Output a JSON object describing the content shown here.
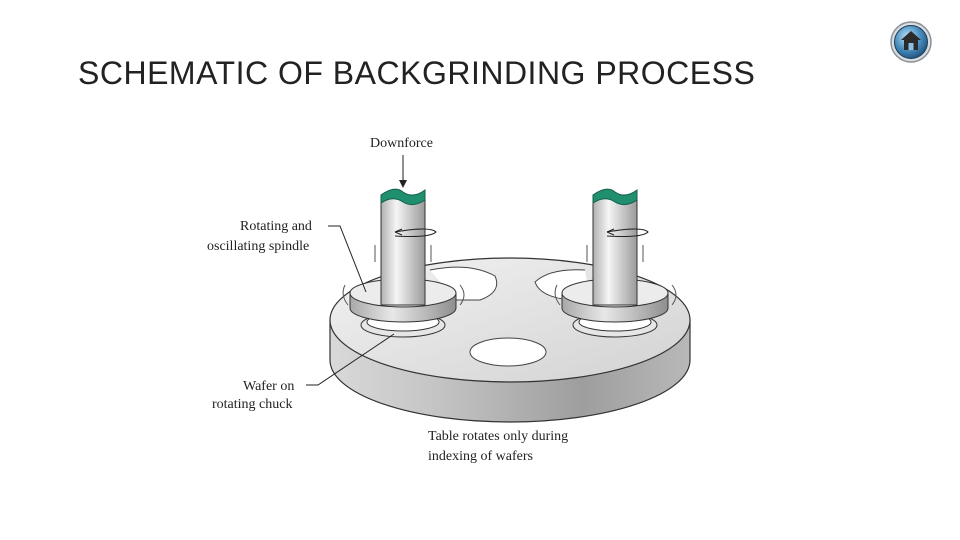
{
  "slide": {
    "title": "SCHEMATIC OF BACKGRINDING PROCESS"
  },
  "diagram": {
    "labels": {
      "downforce": "Downforce",
      "spindle_line1": "Rotating and",
      "spindle_line2": "oscillating spindle",
      "wafer_line1": "Wafer on",
      "wafer_line2": "rotating chuck",
      "table_line1": "Table rotates only during",
      "table_line2": "indexing of wafers"
    }
  },
  "colors": {
    "spindle_top": "#1f8f70",
    "table_side": "#a9a9a9",
    "home_button": "#3a7fb0"
  },
  "icons": {
    "home": "home-icon"
  }
}
